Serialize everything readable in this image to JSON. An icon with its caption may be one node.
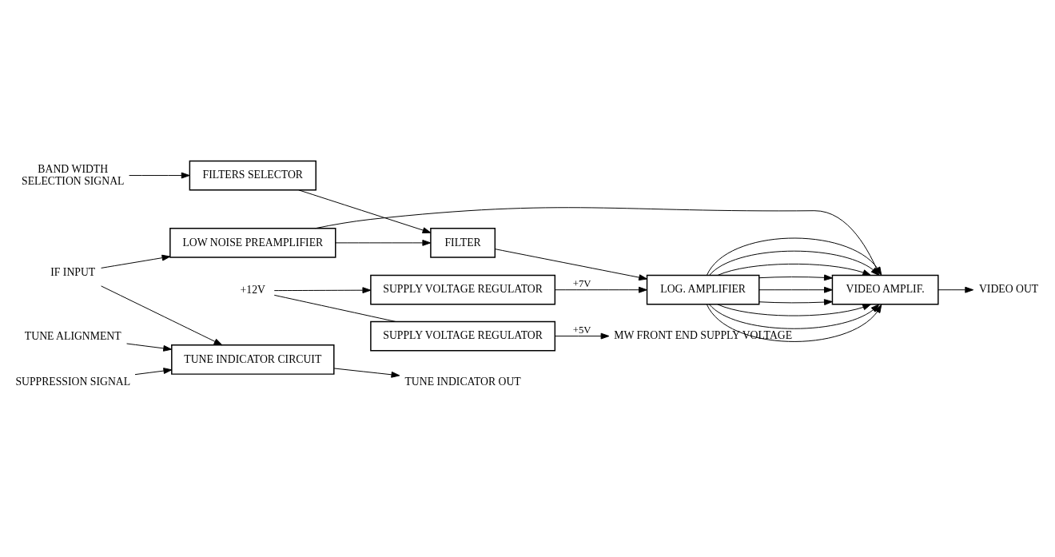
{
  "diagram": {
    "nodes": [
      {
        "text": [
          "IF INPUT"
        ]
      },
      {
        "text": [
          "LOW NOISE PREAMPLIFIER"
        ]
      },
      {
        "text": [
          "FILTER"
        ]
      },
      {
        "text": [
          "LOG. AMPLIFIER"
        ]
      },
      {
        "text": [
          "SUPPLY VOLTAGE REGULATOR"
        ]
      },
      {
        "text": [
          "+12V"
        ]
      },
      {
        "text": [
          "FILTERS SELECTOR"
        ]
      },
      {
        "text": [
          "VIDEO AMPLIF."
        ]
      },
      {
        "text": [
          "VIDEO OUT"
        ]
      },
      {
        "text": [
          "BAND WIDTH",
          "SELECTION SIGNAL"
        ]
      },
      {
        "text": [
          "TUNE INDICATOR CIRCUIT"
        ]
      },
      {
        "text": [
          "TUNE INDICATOR OUT"
        ]
      },
      {
        "text": [
          "TUNE ALIGNMENT"
        ]
      },
      {
        "text": [
          "SUPPRESSION SIGNAL"
        ]
      },
      {
        "text": [
          "SUPPLY VOLTAGE REGULATOR"
        ]
      },
      {
        "text": [
          "MW FRONT END SUPPLY VOLTAGE"
        ]
      }
    ],
    "edges": [
      {
        "from": 0,
        "to": 1,
        "arrow": "to"
      },
      {
        "from": 0,
        "to": 10,
        "arrow": "to"
      },
      {
        "from": 1,
        "to": 2,
        "arrow": "to"
      },
      {
        "from": 2,
        "to": 3,
        "arrow": "to"
      },
      {
        "from": 4,
        "to": 3,
        "arrow": "to",
        "label": "+7V"
      },
      {
        "from": 5,
        "to": 4,
        "arrow": "to"
      },
      {
        "from": 5,
        "to": 14,
        "arrow": "none"
      },
      {
        "from": 6,
        "to": 2,
        "arrow": "to"
      },
      {
        "from": 1,
        "to": 7,
        "arrow": "none"
      },
      {
        "from": 3,
        "to": 7,
        "arrow": "to"
      },
      {
        "from": 3,
        "to": 7,
        "arrow": "to"
      },
      {
        "from": 3,
        "to": 7,
        "arrow": "to"
      },
      {
        "from": 3,
        "to": 7,
        "arrow": "to"
      },
      {
        "from": 3,
        "to": 7,
        "arrow": "to"
      },
      {
        "from": 3,
        "to": 7,
        "arrow": "to"
      },
      {
        "from": 3,
        "to": 7,
        "arrow": "to"
      },
      {
        "from": 3,
        "to": 7,
        "arrow": "to"
      },
      {
        "from": 3,
        "to": 7,
        "arrow": "to"
      },
      {
        "from": 7,
        "to": 8,
        "arrow": "to"
      },
      {
        "from": 9,
        "to": 6,
        "arrow": "to"
      },
      {
        "from": 10,
        "to": 11,
        "arrow": "to"
      },
      {
        "from": 12,
        "to": 10,
        "arrow": "to"
      },
      {
        "from": 13,
        "to": 10,
        "arrow": "to"
      },
      {
        "from": 14,
        "to": 15,
        "arrow": "to",
        "label": "+5V"
      }
    ]
  }
}
